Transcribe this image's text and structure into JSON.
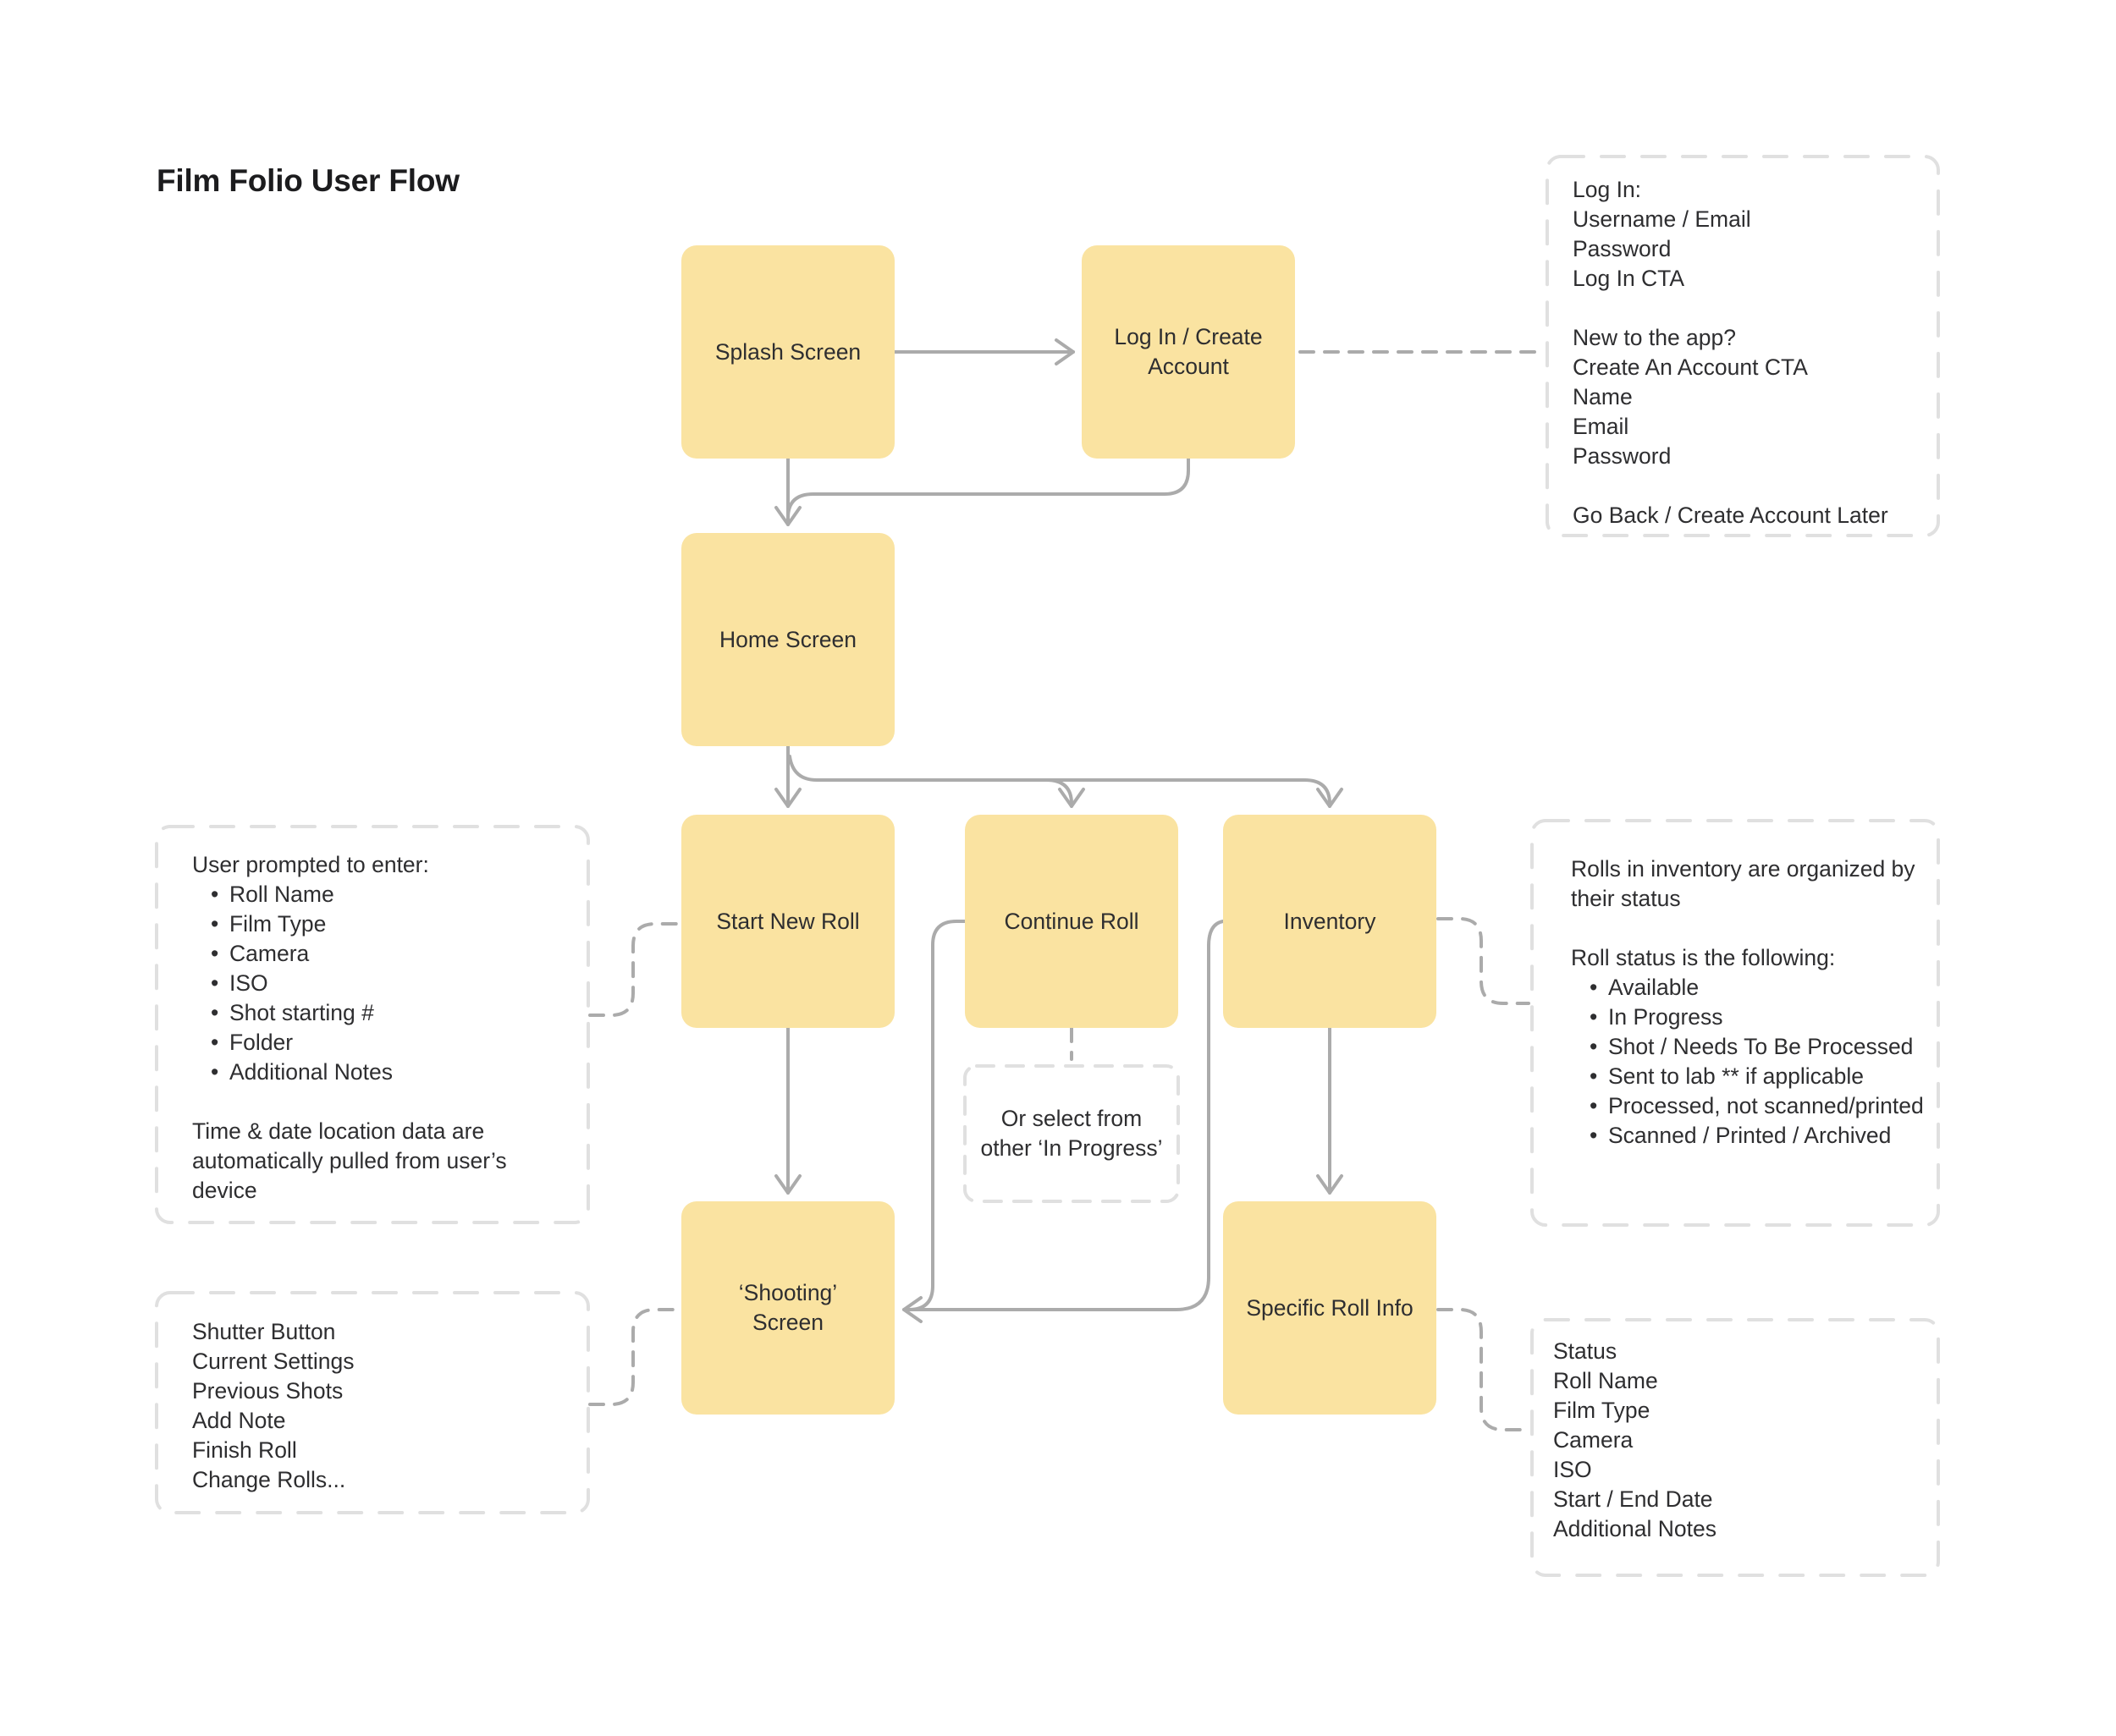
{
  "title": "Film Folio User Flow",
  "colors": {
    "node_fill": "#FAE3A1",
    "connector_line": "#ABABAB",
    "dashed_outline": "#E0E0E0",
    "text": "#2E2E30"
  },
  "nodes": {
    "splash": {
      "label": "Splash Screen"
    },
    "login": {
      "label": "Log In / Create Account"
    },
    "home": {
      "label": "Home Screen"
    },
    "start_new_roll": {
      "label": "Start New Roll"
    },
    "continue_roll": {
      "label": "Continue Roll"
    },
    "inventory": {
      "label": "Inventory"
    },
    "shooting": {
      "label": "‘Shooting’ Screen"
    },
    "specific_roll_info": {
      "label": "Specific Roll Info"
    },
    "or_select_note": {
      "line1": "Or select from",
      "line2": "other ‘In Progress’"
    }
  },
  "annotations": {
    "login_details": {
      "lines": [
        "Log In:",
        "Username / Email",
        "Password",
        "Log In CTA",
        "",
        "New to the app?",
        "Create An Account CTA",
        "Name",
        "Email",
        "Password",
        "",
        "Go Back / Create Account Later"
      ]
    },
    "new_roll_fields": {
      "intro": "User prompted to enter:",
      "bullets": [
        "Roll Name",
        "Film Type",
        "Camera",
        "ISO",
        "Shot starting #",
        "Folder",
        "Additional Notes"
      ],
      "footer": "Time & date location data are automatically pulled from user’s device"
    },
    "inventory_statuses": {
      "intro": "Rolls in inventory are organized by their status",
      "heading": "Roll status is the following:",
      "bullets": [
        "Available",
        "In Progress",
        "Shot / Needs To Be Processed",
        "Sent to lab ** if applicable",
        "Processed, not scanned/printed",
        "Scanned / Printed / Archived"
      ]
    },
    "shooting_controls": {
      "lines": [
        "Shutter Button",
        "Current Settings",
        "Previous Shots",
        "Add Note",
        "Finish Roll",
        "Change Rolls..."
      ]
    },
    "roll_info_fields": {
      "lines": [
        "Status",
        "Roll Name",
        "Film Type",
        "Camera",
        "ISO",
        "Start / End Date",
        "Additional Notes"
      ]
    }
  }
}
